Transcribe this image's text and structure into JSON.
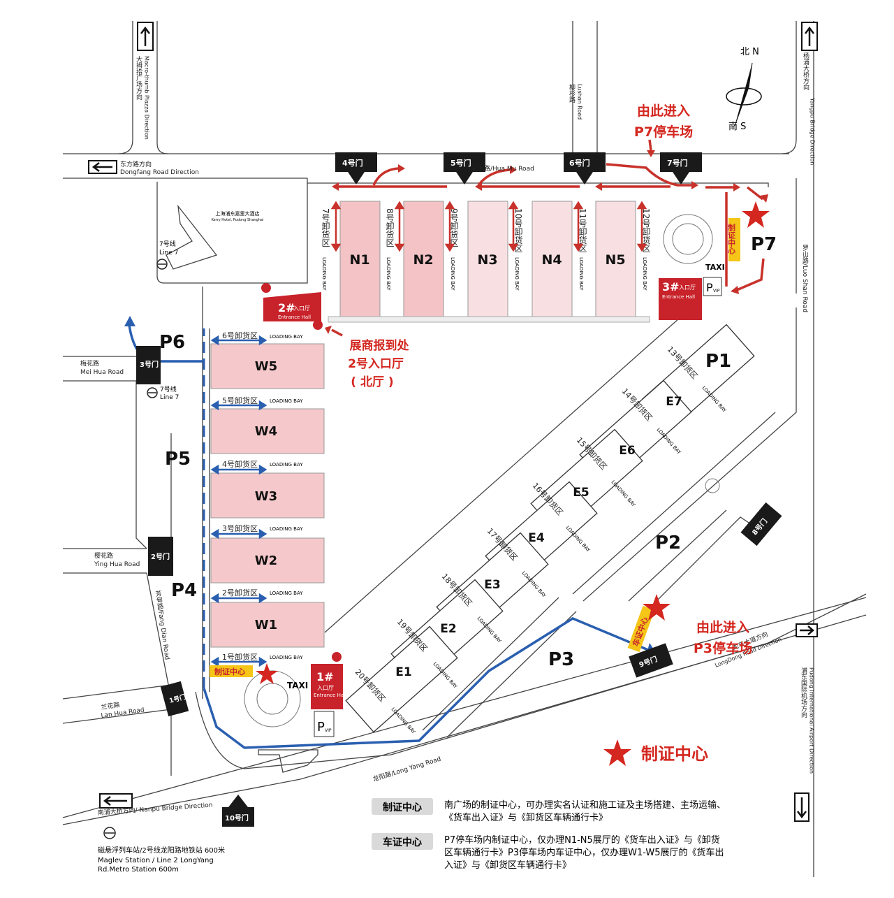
{
  "compass": {
    "north": "北 N",
    "south": "南 S"
  },
  "roads": {
    "dafang": "东方路方向",
    "dafang_en": "Dongfang Road Direction",
    "huamu": "花木路/Hua Mu Road",
    "lushan": "柳杉路",
    "lushan_en": "Lushan Road",
    "macro": "大拇指广场方向",
    "macro_en": "Macro-thumb Plazza Direction",
    "yangpu": "杨浦大桥方向",
    "yangpu_en": "Yangpu Bridge Direction",
    "luoshan": "罗山路/Luo Shan Road",
    "meihua": "梅花路",
    "meihua_en": "Mei Hua Road",
    "yinghua": "樱花路",
    "yinghua_en": "Ying Hua Road",
    "fangdian": "芳甸路/Fang Dian Road",
    "lanhua": "兰花路",
    "lanhua_en": "Lan Hua Road",
    "longyang": "龙阳路/Long Yang Road",
    "longdong": "龙东大道方向",
    "longdong_en": "LongDong Road Direction",
    "nanpu": "南浦大桥方向/ Nanpu Bridge Direction",
    "pudong_airport": "浦东国际机场方向",
    "pudong_airport_en": "Pudong International Airport Direction"
  },
  "kerry": {
    "name": "上海浦东嘉里大酒店",
    "name_en": "Kerry Hotel, Pudong Shanghai"
  },
  "metro": {
    "line7_top": "7号线",
    "line7_top_en": "Line 7",
    "line7_mid": "7号线",
    "line7_mid_en": "Line 7",
    "maglev_1": "磁悬浮列车站/2号线龙阳路地铁站  600米",
    "maglev_2": "Maglev Station / Line 2 LongYang",
    "maglev_3": "Rd.Metro Station 600m"
  },
  "gates": [
    "1号门",
    "2号门",
    "3号门",
    "4号门",
    "5号门",
    "6号门",
    "7号门",
    "8号门",
    "9号门",
    "10号门"
  ],
  "halls_n": [
    "N1",
    "N2",
    "N3",
    "N4",
    "N5"
  ],
  "halls_w": [
    "W5",
    "W4",
    "W3",
    "W2",
    "W1"
  ],
  "halls_e": [
    "E7",
    "E6",
    "E5",
    "E4",
    "E3",
    "E2",
    "E1"
  ],
  "parking": [
    "P1",
    "P2",
    "P3",
    "P4",
    "P5",
    "P6",
    "P7"
  ],
  "loading_n": [
    "7号卸货区",
    "8号卸货区",
    "9号卸货区",
    "10号卸货区",
    "11号卸货区",
    "12号卸货区"
  ],
  "loading_w": [
    "6号卸货区",
    "5号卸货区",
    "4号卸货区",
    "3号卸货区",
    "2号卸货区",
    "1号卸货区"
  ],
  "loading_e": [
    "13号卸货区",
    "14号卸货区",
    "15号卸货区",
    "16号卸货区",
    "17号卸货区",
    "18号卸货区",
    "19号卸货区",
    "20号卸货区"
  ],
  "loading_bay": "LOADING BAY",
  "entrance": {
    "hall1": "1#",
    "hall2": "2#",
    "hall3": "3#",
    "cn": "入口厅",
    "en": "Entrance Hall"
  },
  "taxi": "TAXI",
  "p_vip": "P",
  "vip": "VIP",
  "annotations": {
    "p7_enter_1": "由此进入",
    "p7_enter_2": "P7停车场",
    "p3_enter_1": "由此进入",
    "p3_enter_2": "P3停车场",
    "exhibitor_1": "展商报到处",
    "exhibitor_2": "2号入口厅",
    "exhibitor_3": "( 北厅 )",
    "cert_center": "制证中心",
    "vehicle_cert": "车证中心",
    "legend_star": "制证中心"
  },
  "legend": {
    "row1_tag": "制证中心",
    "row1_text_1": "南广场的制证中心，可办理实名认证和施工证及主场搭建、主场运输、",
    "row1_text_2": "《货车出入证》与《卸货区车辆通行卡》",
    "row2_tag": "车证中心",
    "row2_text_1": "P7停车场内制证中心，仅办理N1-N5展厅的《货车出入证》与《卸货",
    "row2_text_2": "区车辆通行卡》P3停车场内车证中心，仅办理W1-W5展厅的《货车出",
    "row2_text_3": "入证》与《卸货区车辆通行卡》"
  },
  "colors": {
    "red": "#d4271f",
    "blue": "#2a5fb0",
    "hall_pink": "#f5c9cb",
    "cert_yellow": "#f5c518"
  }
}
